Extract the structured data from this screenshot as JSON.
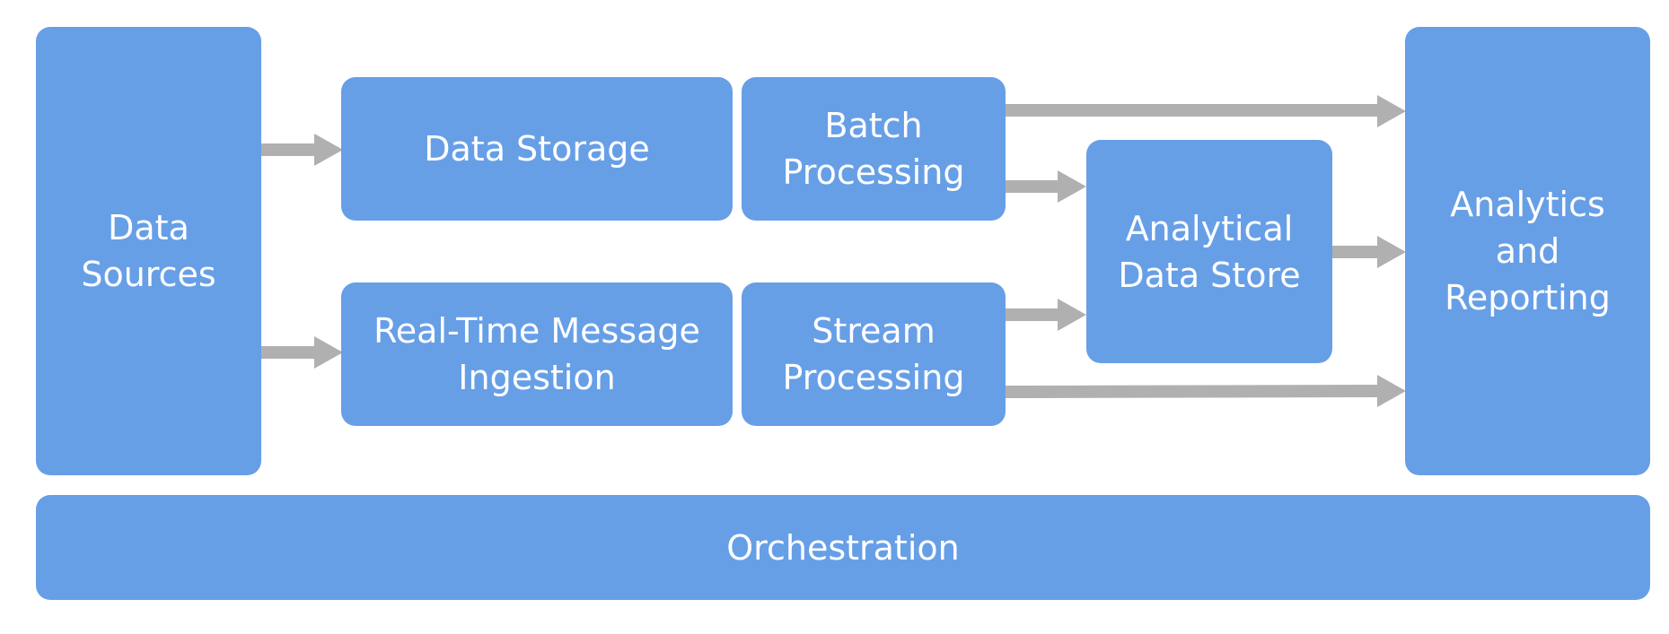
{
  "colors": {
    "box_fill": "#679fe7",
    "box_text": "#ffffff",
    "arrow": "#b0b0b0",
    "background": "#ffffff"
  },
  "nodes": {
    "data_sources": "Data\nSources",
    "data_storage": "Data Storage",
    "realtime_ingestion": "Real-Time Message\nIngestion",
    "batch_processing": "Batch\nProcessing",
    "stream_processing": "Stream\nProcessing",
    "analytical_store": "Analytical\nData Store",
    "analytics_reporting": "Analytics\nand\nReporting",
    "orchestration": "Orchestration"
  },
  "edges": [
    {
      "from": "data_sources",
      "to": "data_storage"
    },
    {
      "from": "data_sources",
      "to": "realtime_ingestion"
    },
    {
      "from": "batch_processing",
      "to": "analytics_reporting"
    },
    {
      "from": "batch_processing",
      "to": "analytical_store"
    },
    {
      "from": "stream_processing",
      "to": "analytical_store"
    },
    {
      "from": "stream_processing",
      "to": "analytics_reporting"
    },
    {
      "from": "analytical_store",
      "to": "analytics_reporting"
    }
  ]
}
